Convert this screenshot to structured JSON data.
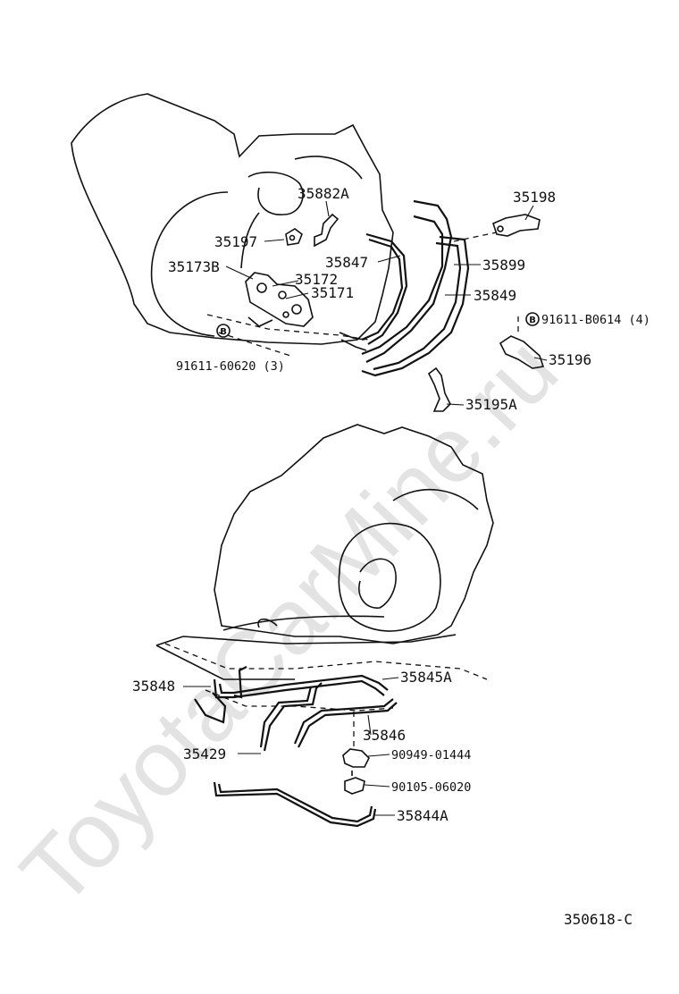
{
  "watermark": "ToyotaCarMine.ru",
  "diagram_ref": "350618-C",
  "callouts": {
    "p35198": "35198",
    "p35882A": "35882A",
    "p35197": "35197",
    "p35847": "35847",
    "p35899": "35899",
    "p35173B": "35173B",
    "p35172": "35172",
    "p35171": "35171",
    "p35849": "35849",
    "p91611_B0614": "91611-B0614 (4)",
    "p91611_60620": "91611-60620 (3)",
    "p35196": "35196",
    "p35195A": "35195A",
    "p35848": "35848",
    "p35845A": "35845A",
    "p35846": "35846",
    "p35429": "35429",
    "p90949_01444": "90949-01444",
    "p90105_06020": "90105-06020",
    "p35844A": "35844A",
    "bolt_marker": "B"
  }
}
